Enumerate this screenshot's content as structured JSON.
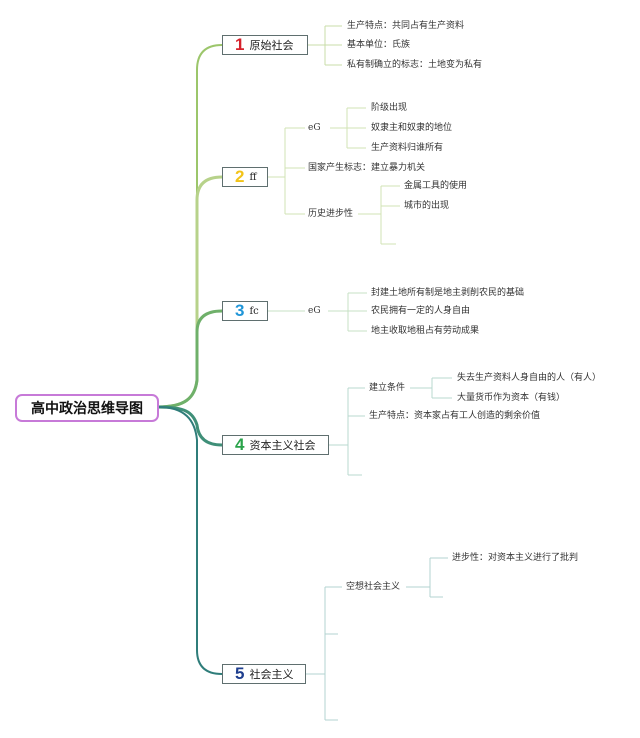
{
  "root": "高中政治思维导图",
  "colors": {
    "branch1": "#9cc66b",
    "branch2": "#b7d28a",
    "branch3": "#6fb06a",
    "branch4": "#3f8f78",
    "branch5": "#2f7d7a",
    "num1": "#d6212b",
    "num2": "#f2c318",
    "num3": "#2196d8",
    "num4": "#2aa34a",
    "num5": "#1f3f8f",
    "root_border": "#c77ad8"
  },
  "branches": [
    {
      "num": "1",
      "label": "原始社会",
      "leaves": [
        "生产特点：共同占有生产资料",
        "基本单位：氏族",
        "私有制确立的标志：土地变为私有"
      ]
    },
    {
      "num": "2",
      "label": "ff",
      "eg_label": "eG",
      "eg_items": [
        "阶级出现",
        "奴隶主和奴隶的地位",
        "生产资料归谁所有"
      ],
      "state_sign": "国家产生标志：建立暴力机关",
      "progress_label": "历史进步性",
      "progress_items": [
        "金属工具的使用",
        "城市的出现"
      ]
    },
    {
      "num": "3",
      "label": "fc",
      "eg_label": "eG",
      "eg_items": [
        "封建土地所有制是地主剥削农民的基础",
        "农民拥有一定的人身自由",
        "地主收取地租占有劳动成果"
      ]
    },
    {
      "num": "4",
      "label": "资本主义社会",
      "cond_label": "建立条件",
      "cond_items": [
        "失去生产资料人身自由的人（有人）",
        "大量货币作为资本（有钱）"
      ],
      "production": "生产特点：资本家占有工人创造的剩余价值"
    },
    {
      "num": "5",
      "label": "社会主义",
      "utopia_label": "空想社会主义",
      "utopia_items": [
        "进步性：对资本主义进行了批判"
      ]
    }
  ]
}
